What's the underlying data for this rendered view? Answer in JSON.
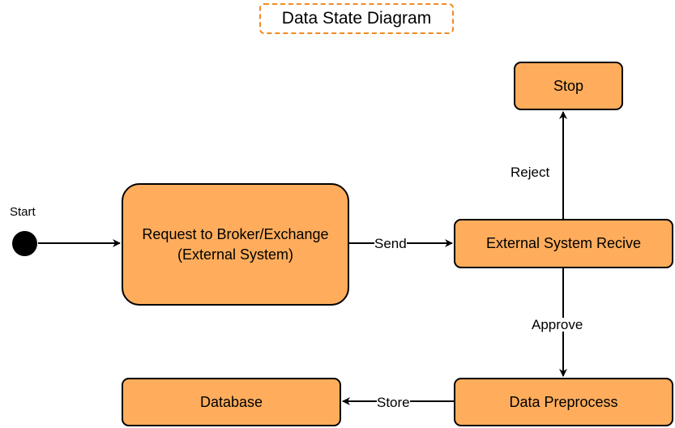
{
  "title": "Data State Diagram",
  "start_label": "Start",
  "states": {
    "request": [
      "Request to Broker/Exchange",
      "(External System)"
    ],
    "external_receive": "External System Recive",
    "stop": "Stop",
    "data_preprocess": "Data Preprocess",
    "database": "Database"
  },
  "transitions": {
    "send": "Send",
    "reject": "Reject",
    "approve": "Approve",
    "store": "Store"
  },
  "colors": {
    "state_fill": "#ffad5c",
    "title_border": "#f08a24",
    "stroke": "#000000"
  }
}
